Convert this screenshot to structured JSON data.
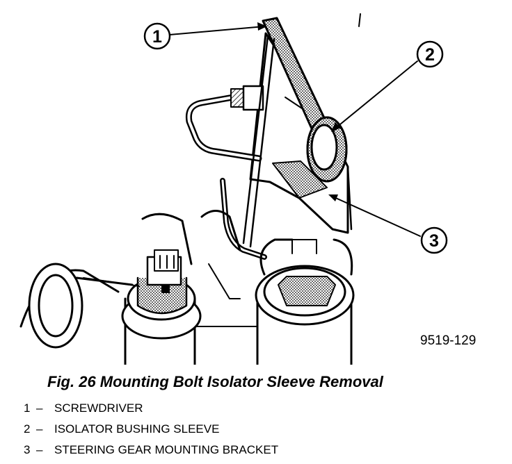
{
  "figure": {
    "callouts": [
      "1",
      "2",
      "3"
    ],
    "reference_code": "9519-129",
    "caption": "Fig. 26 Mounting Bolt Isolator Sleeve Removal"
  },
  "legend": [
    {
      "num": "1",
      "dash": "–",
      "label": "SCREWDRIVER"
    },
    {
      "num": "2",
      "dash": "–",
      "label": "ISOLATOR BUSHING SLEEVE"
    },
    {
      "num": "3",
      "dash": "–",
      "label": "STEERING GEAR MOUNTING BRACKET"
    }
  ]
}
